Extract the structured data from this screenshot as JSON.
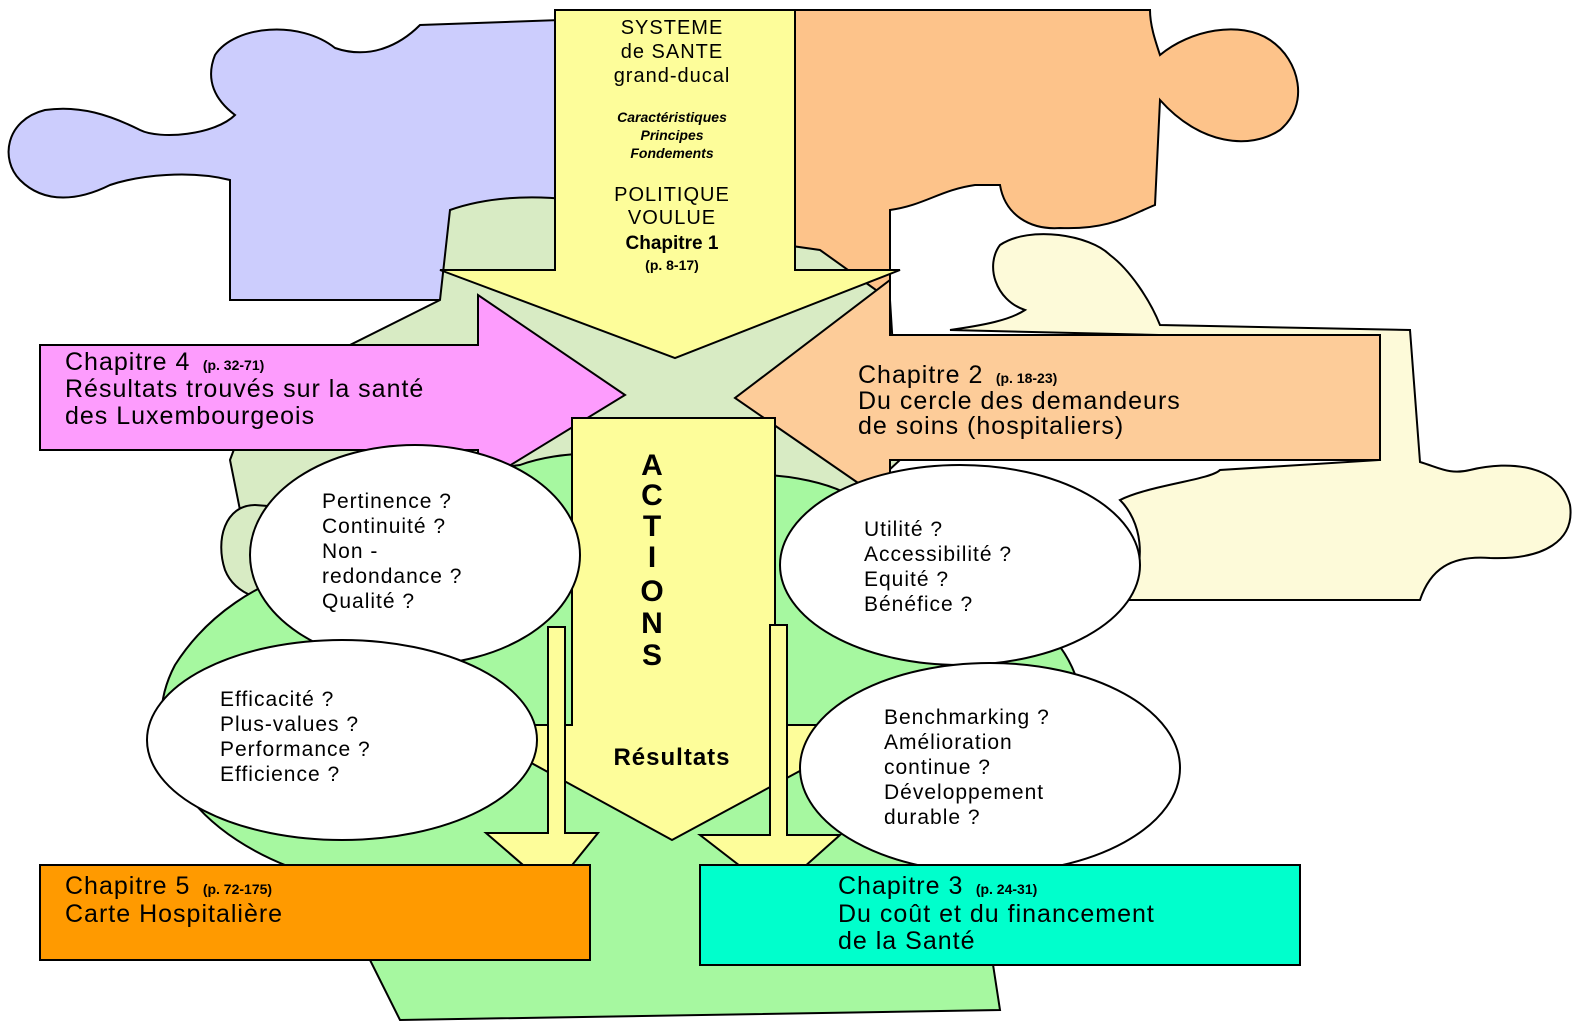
{
  "colors": {
    "puzzle_blue": "#cccdfd",
    "puzzle_orange": "#fdc38a",
    "puzzle_cream": "#fdfad9",
    "bottom_green": "#a6f8a0",
    "mid_green": "#d8ebc4",
    "arrow_yellow": "#fdfd9a",
    "chapter4_pink": "#fd9cfd",
    "chapter2_peach": "#fdcc99",
    "chapter5_orange": "#ff9a00",
    "chapter3_teal": "#00ffcc",
    "outline": "#000000"
  },
  "top_arrow": {
    "line1": "SYSTEME",
    "line2": "de  SANTE",
    "line3": "grand-ducal",
    "italic1": "Caractéristiques",
    "italic2": "Principes",
    "italic3": "Fondements",
    "line4": "POLITIQUE",
    "line5": "VOULUE",
    "chapter": "Chapitre 1",
    "pages": "(p. 8-17)"
  },
  "chapter4": {
    "title": "Chapitre 4",
    "pages": "(p. 32-71)",
    "line1": "Résultats trouvés sur la santé",
    "line2": "des Luxembourgeois"
  },
  "chapter2": {
    "title": "Chapitre 2",
    "pages": "(p. 18-23)",
    "line1": "Du cercle des demandeurs",
    "line2": "de soins  (hospitaliers)"
  },
  "actions_letters": [
    "A",
    "C",
    "T",
    "I",
    "O",
    "N",
    "S"
  ],
  "resultats_label": "Résultats",
  "bubbles": {
    "top_left": [
      "Pertinence ?",
      "Continuité ?",
      "Non -",
      "redondance ?",
      "Qualité ?"
    ],
    "top_right": [
      "Utilité ?",
      "Accessibilité ?",
      "Equité ?",
      "Bénéfice ?"
    ],
    "bottom_left": [
      "Efficacité ?",
      "Plus-values ?",
      "Performance ?",
      "Efficience ?"
    ],
    "bottom_right": [
      "Benchmarking ?",
      "Amélioration",
      "continue ?",
      "Développement",
      "durable ?"
    ]
  },
  "chapter5": {
    "title": "Chapitre 5",
    "pages": "(p. 72-175)",
    "line1": "Carte Hospitalière"
  },
  "chapter3": {
    "title": "Chapitre 3",
    "pages": "(p. 24-31)",
    "line1": "Du coût et du financement",
    "line2": "de la Santé"
  }
}
